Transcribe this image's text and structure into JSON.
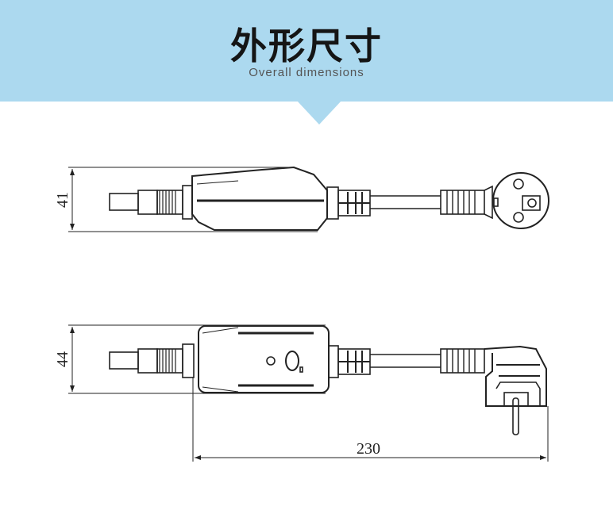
{
  "header": {
    "title": "外形尺寸",
    "subtitle": "Overall dimensions"
  },
  "colors": {
    "banner": "#acd9ef",
    "line": "#222222"
  },
  "dimensions": {
    "top_view_height": "41",
    "front_view_height": "44",
    "length": "230"
  }
}
